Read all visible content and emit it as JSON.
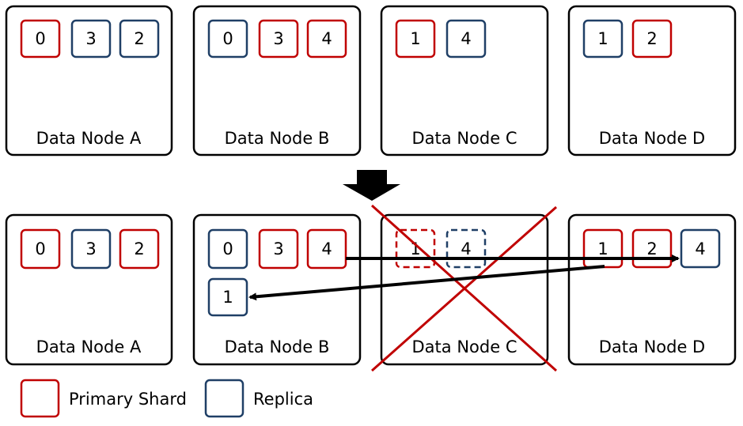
{
  "colors": {
    "primary": "#C00000",
    "replica": "#1F3F66",
    "failure_cross": "#C00000",
    "line": "#000000"
  },
  "before": {
    "nodes": [
      {
        "label": "Data Node A",
        "shards": [
          {
            "id": "0",
            "type": "primary"
          },
          {
            "id": "3",
            "type": "replica"
          },
          {
            "id": "2",
            "type": "replica"
          }
        ]
      },
      {
        "label": "Data Node B",
        "shards": [
          {
            "id": "0",
            "type": "replica"
          },
          {
            "id": "3",
            "type": "primary"
          },
          {
            "id": "4",
            "type": "primary"
          }
        ]
      },
      {
        "label": "Data Node C",
        "shards": [
          {
            "id": "1",
            "type": "primary"
          },
          {
            "id": "4",
            "type": "replica"
          }
        ]
      },
      {
        "label": "Data Node D",
        "shards": [
          {
            "id": "1",
            "type": "replica"
          },
          {
            "id": "2",
            "type": "primary"
          }
        ]
      }
    ]
  },
  "after": {
    "nodes": [
      {
        "label": "Data Node A",
        "failed": false,
        "shards": [
          {
            "id": "0",
            "type": "primary"
          },
          {
            "id": "3",
            "type": "replica"
          },
          {
            "id": "2",
            "type": "primary"
          }
        ]
      },
      {
        "label": "Data Node B",
        "failed": false,
        "shards": [
          {
            "id": "0",
            "type": "replica"
          },
          {
            "id": "3",
            "type": "primary"
          },
          {
            "id": "4",
            "type": "primary"
          },
          {
            "id": "1",
            "type": "replica",
            "new": true
          }
        ]
      },
      {
        "label": "Data Node C",
        "failed": true,
        "shards": [
          {
            "id": "1",
            "type": "primary",
            "lost": true
          },
          {
            "id": "4",
            "type": "replica",
            "lost": true
          }
        ]
      },
      {
        "label": "Data Node D",
        "failed": false,
        "shards": [
          {
            "id": "1",
            "type": "primary",
            "promoted": true
          },
          {
            "id": "2",
            "type": "primary"
          },
          {
            "id": "4",
            "type": "replica",
            "new": true
          }
        ]
      }
    ]
  },
  "legend": [
    {
      "label": "Primary Shard",
      "type": "primary"
    },
    {
      "label": "Replica",
      "type": "replica"
    }
  ]
}
